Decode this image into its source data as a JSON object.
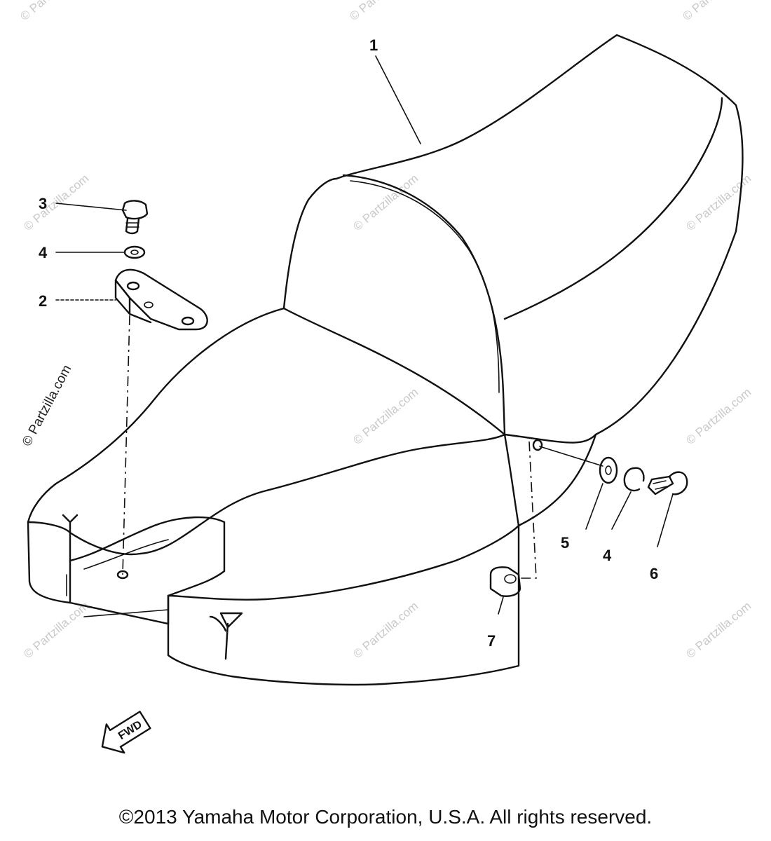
{
  "callouts": {
    "c1": "1",
    "c2": "2",
    "c3": "3",
    "c4a": "4",
    "c4b": "4",
    "c5": "5",
    "c6": "6",
    "c7": "7"
  },
  "fwd_label": "FWD",
  "watermark": "© Partzilla.com",
  "copyright": "©2013 Yamaha Motor Corporation, U.S.A. All rights reserved."
}
